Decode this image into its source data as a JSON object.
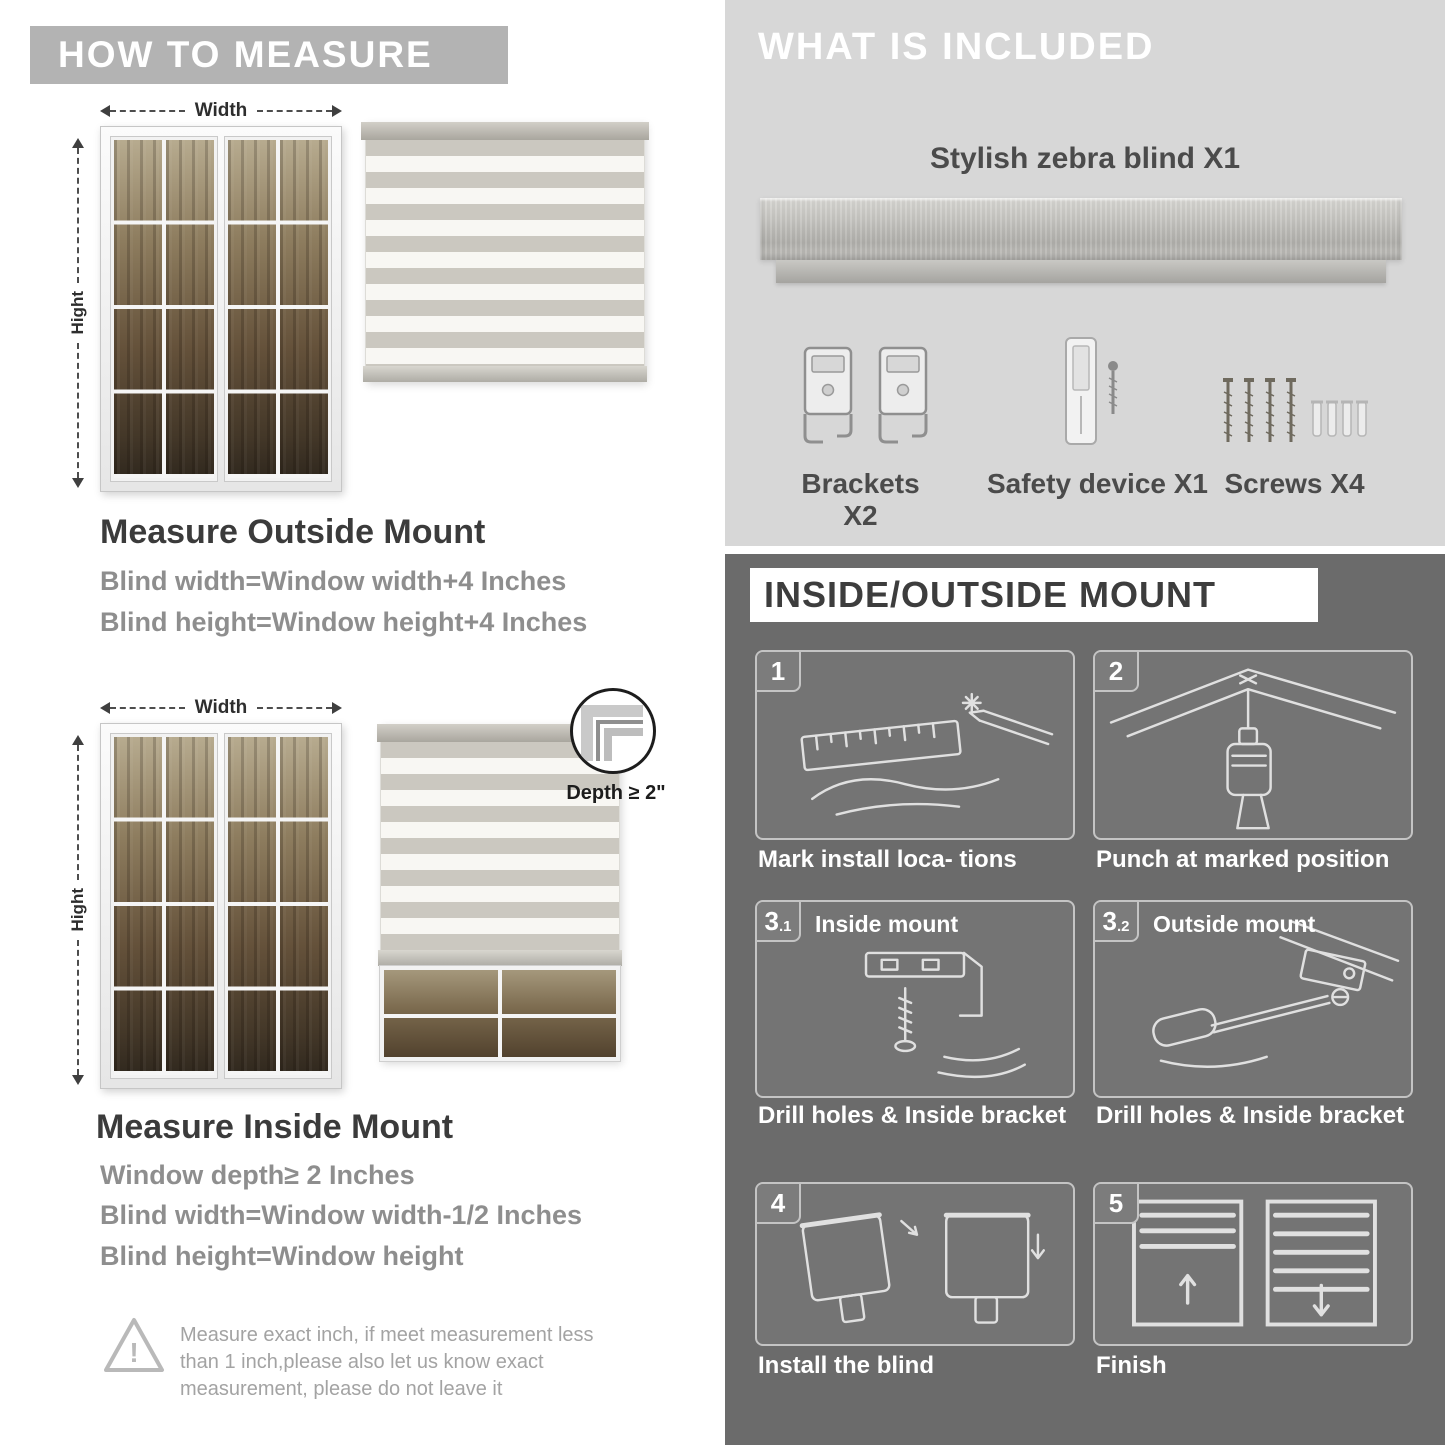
{
  "colors": {
    "header_bar": "#b3b3b3",
    "panel_light": "#d7d7d7",
    "panel_dark": "#6b6b6b",
    "heading_text": "#3b3b3b",
    "body_text": "#8e8e8e"
  },
  "left": {
    "header": "HOW TO MEASURE",
    "outside": {
      "width_label": "Width",
      "height_label": "Hight",
      "title": "Measure Outside Mount",
      "lines": [
        "Blind width=Window width+4 Inches",
        "Blind height=Window height+4 Inches"
      ]
    },
    "inside": {
      "width_label": "Width",
      "height_label": "Hight",
      "depth_label": "Depth ≥ 2\"",
      "title": "Measure Inside Mount",
      "lines": [
        "Window depth≥ 2 Inches",
        "Blind width=Window width-1/2 Inches",
        "Blind height=Window height"
      ]
    },
    "warning": "Measure exact inch, if meet measurement less than 1 inch,please also let us know exact measurement, please do not leave it"
  },
  "included": {
    "header": "WHAT IS INCLUDED",
    "blind_label": "Stylish zebra blind X1",
    "items": [
      {
        "label": "Brackets X2"
      },
      {
        "label": "Safety device X1"
      },
      {
        "label": "Screws X4"
      }
    ]
  },
  "mount": {
    "header": "INSIDE/OUTSIDE MOUNT",
    "steps": [
      {
        "num": "1",
        "caption": "Mark install loca- tions"
      },
      {
        "num": "2",
        "caption": "Punch at  marked position"
      },
      {
        "num": "3",
        "sub": ".1",
        "title": "Inside mount",
        "caption": "Drill holes &  Inside bracket"
      },
      {
        "num": "3",
        "sub": ".2",
        "title": "Outside mount",
        "caption": "Drill holes &  Inside bracket"
      },
      {
        "num": "4",
        "caption": "Install the blind"
      },
      {
        "num": "5",
        "caption": "Finish"
      }
    ]
  }
}
